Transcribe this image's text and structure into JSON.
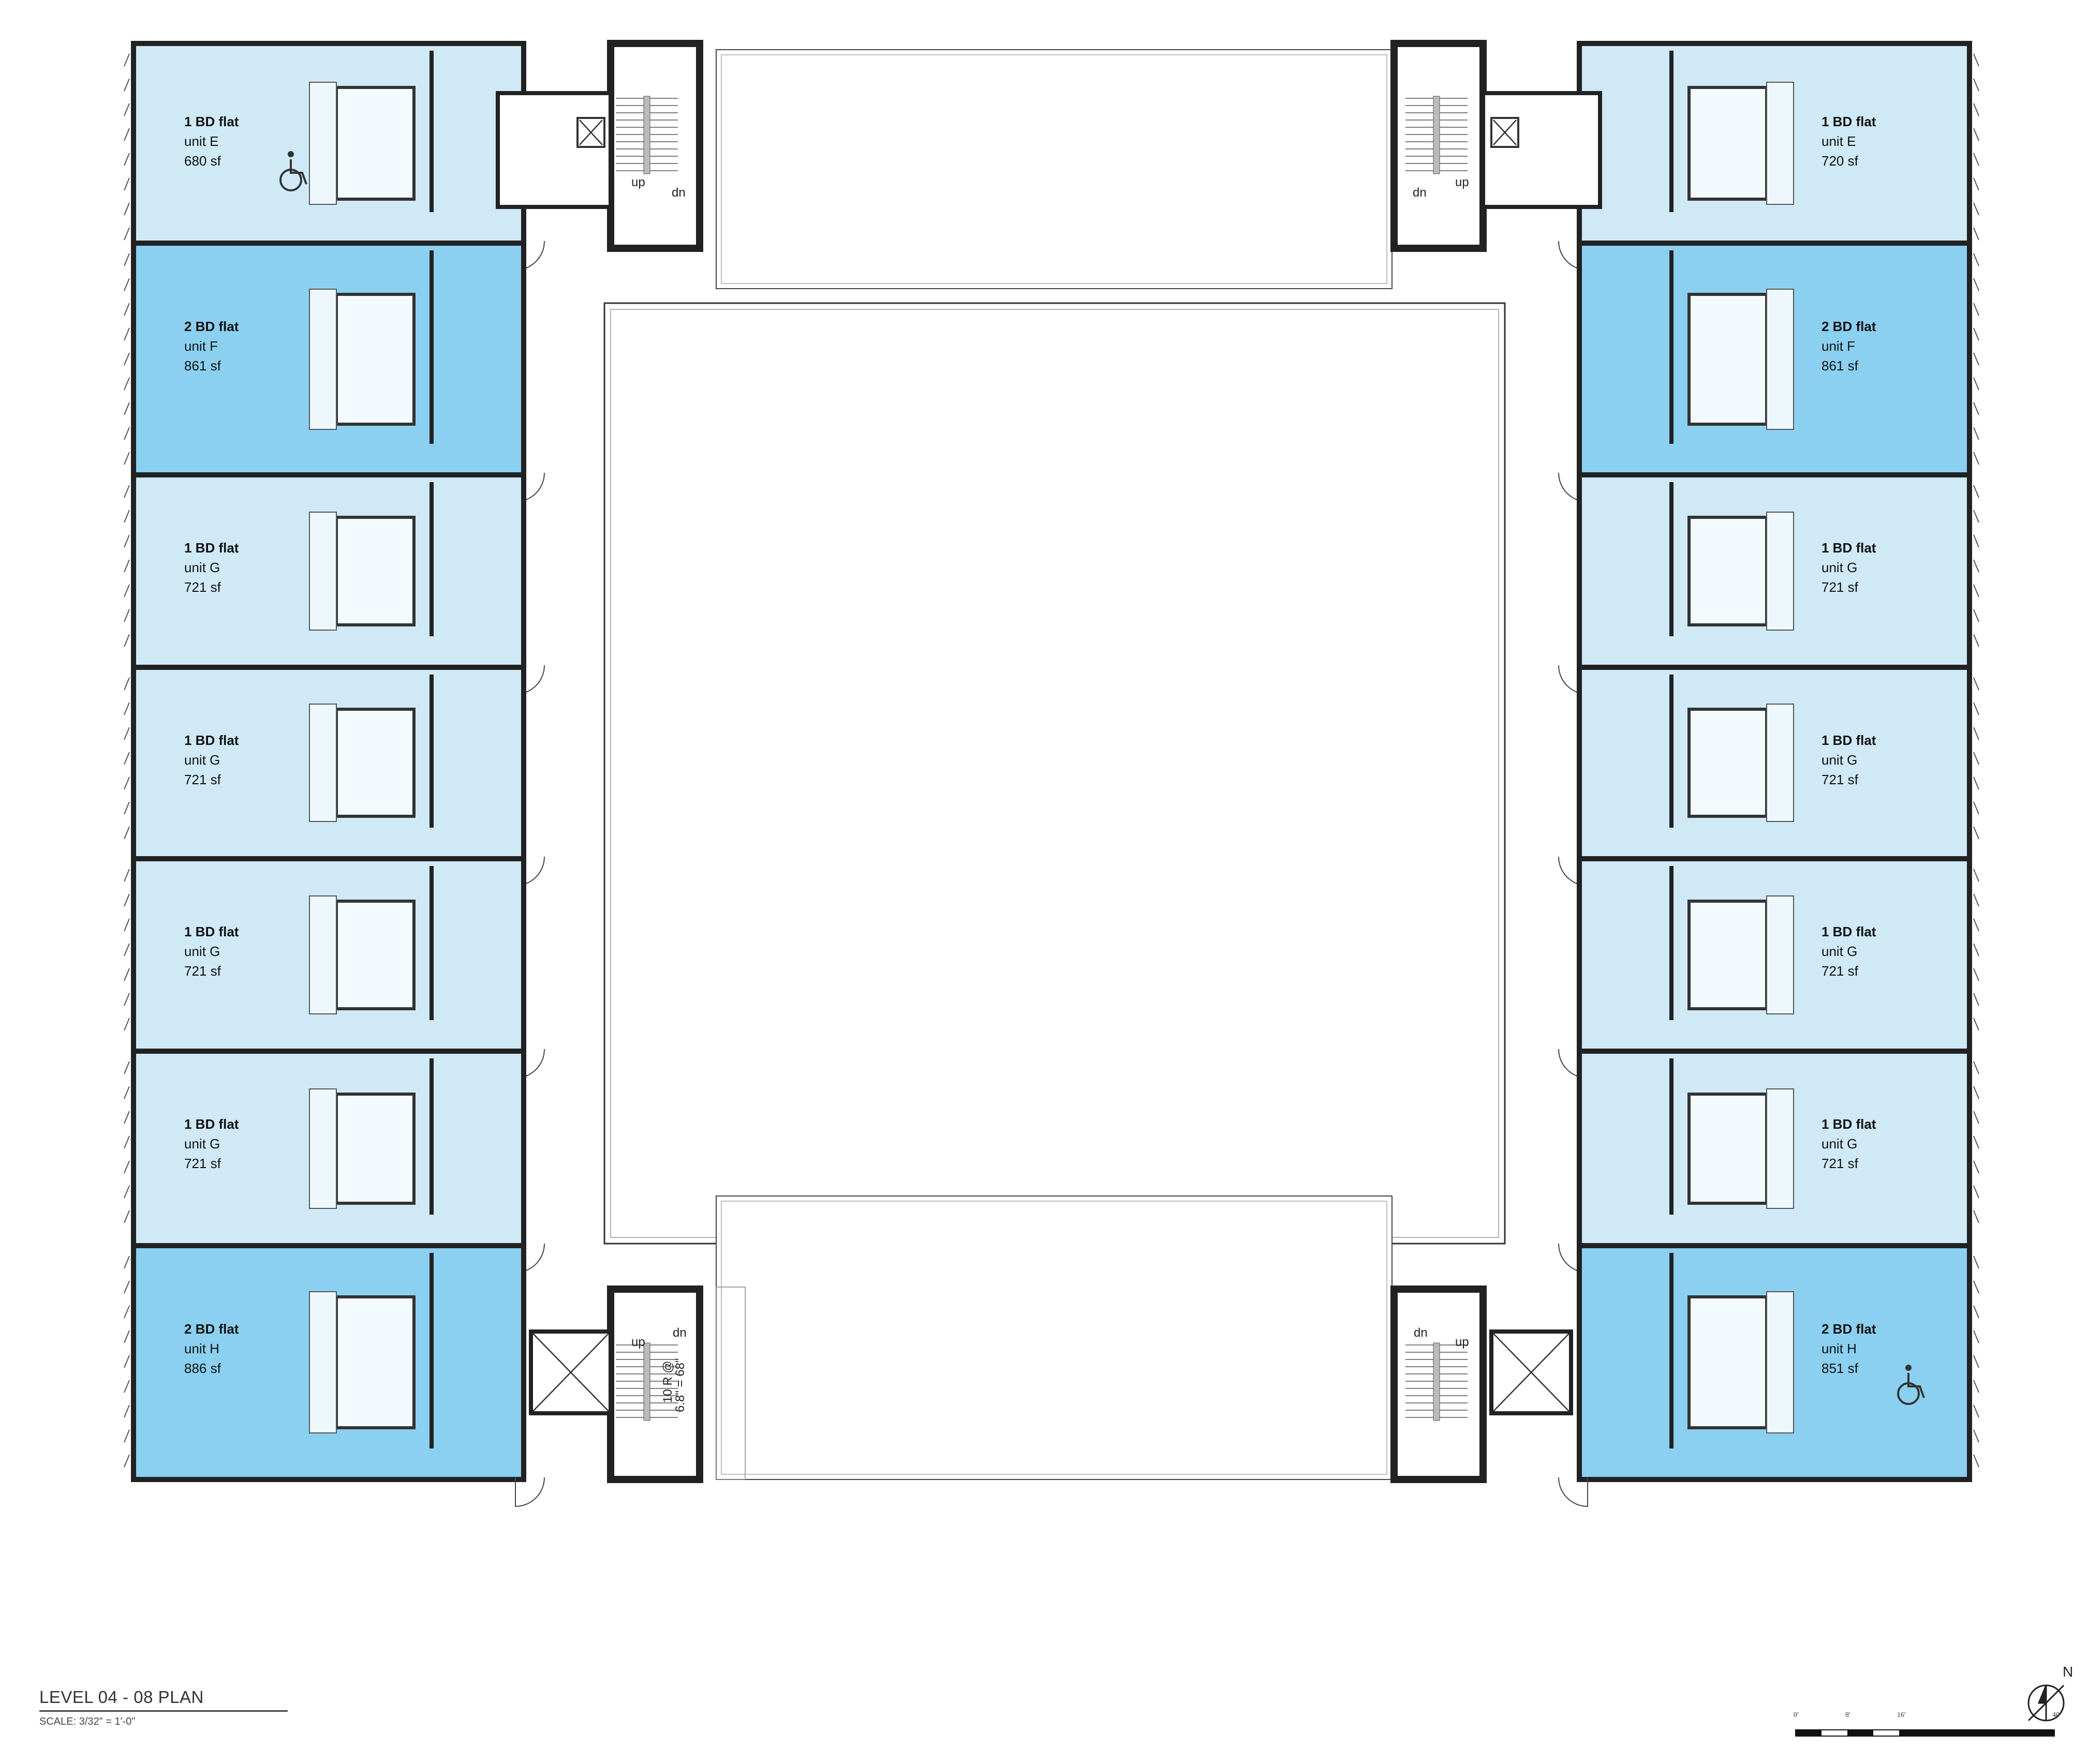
{
  "plan": {
    "title": "LEVEL 04 - 08 PLAN",
    "scale": "SCALE: 3/32\" = 1'-0\""
  },
  "north": {
    "label": "N"
  },
  "scale_bar": {
    "marks": [
      "0'",
      "8'",
      "16'",
      "40'"
    ]
  },
  "stair_labels": {
    "up": "up",
    "dn": "dn"
  },
  "stair_dims": {
    "riser": "10 R @",
    "height": "6.8\" = 68\""
  },
  "colors": {
    "one_bd_fill": "#cfe9f6",
    "two_bd_fill": "#8bd0f0",
    "wall_fill": "#9a9a9a",
    "wall_stroke": "#222222",
    "courtyard_line": "#333333"
  },
  "icons": {
    "accessible": "accessible-icon",
    "elevator": "elevator-icon",
    "north_arrow": "north-arrow-icon"
  },
  "units": [
    {
      "id": "w1",
      "type": "1 BD flat",
      "name": "unit E",
      "area": "680 sf",
      "kind": "one",
      "accessible": true
    },
    {
      "id": "w2",
      "type": "2 BD flat",
      "name": "unit F",
      "area": "861 sf",
      "kind": "two",
      "accessible": false
    },
    {
      "id": "w3",
      "type": "1 BD flat",
      "name": "unit G",
      "area": "721 sf",
      "kind": "one",
      "accessible": false
    },
    {
      "id": "w4",
      "type": "1 BD flat",
      "name": "unit G",
      "area": "721 sf",
      "kind": "one",
      "accessible": false
    },
    {
      "id": "w5",
      "type": "1 BD flat",
      "name": "unit G",
      "area": "721 sf",
      "kind": "one",
      "accessible": false
    },
    {
      "id": "w6",
      "type": "1 BD flat",
      "name": "unit G",
      "area": "721 sf",
      "kind": "one",
      "accessible": false
    },
    {
      "id": "w7",
      "type": "2 BD flat",
      "name": "unit H",
      "area": "886 sf",
      "kind": "two",
      "accessible": false
    },
    {
      "id": "e1",
      "type": "1 BD flat",
      "name": "unit E",
      "area": "720 sf",
      "kind": "one",
      "accessible": false
    },
    {
      "id": "e2",
      "type": "2 BD flat",
      "name": "unit F",
      "area": "861 sf",
      "kind": "two",
      "accessible": false
    },
    {
      "id": "e3",
      "type": "1 BD flat",
      "name": "unit G",
      "area": "721 sf",
      "kind": "one",
      "accessible": false
    },
    {
      "id": "e4",
      "type": "1 BD flat",
      "name": "unit G",
      "area": "721 sf",
      "kind": "one",
      "accessible": false
    },
    {
      "id": "e5",
      "type": "1 BD flat",
      "name": "unit G",
      "area": "721 sf",
      "kind": "one",
      "accessible": false
    },
    {
      "id": "e6",
      "type": "1 BD flat",
      "name": "unit G",
      "area": "721 sf",
      "kind": "one",
      "accessible": false
    },
    {
      "id": "e7",
      "type": "2 BD flat",
      "name": "unit H",
      "area": "851 sf",
      "kind": "two",
      "accessible": true
    }
  ]
}
